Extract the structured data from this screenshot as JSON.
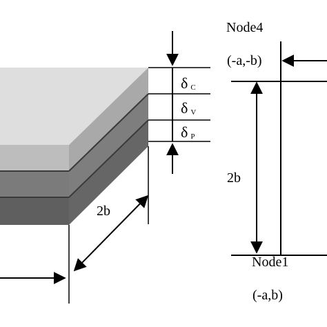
{
  "diagram": {
    "layers": {
      "delta_symbol": "δ",
      "subscripts": [
        "C",
        "V",
        "P"
      ]
    },
    "dimension_label_left": "2b",
    "dimension_label_right": "2b",
    "nodes": {
      "top_name": "Node4",
      "top_coord": "(-a,-b)",
      "bottom_name": "Node1",
      "bottom_coord": "(-a,b)"
    },
    "colors": {
      "top_layer_face": "#bdbdbd",
      "top_layer_side": "#a9a9a9",
      "top_surface": "#dedede",
      "middle_layer": "#7b7b7b",
      "bottom_layer": "#5f5f5f",
      "separator": "#3a3a3a"
    }
  }
}
